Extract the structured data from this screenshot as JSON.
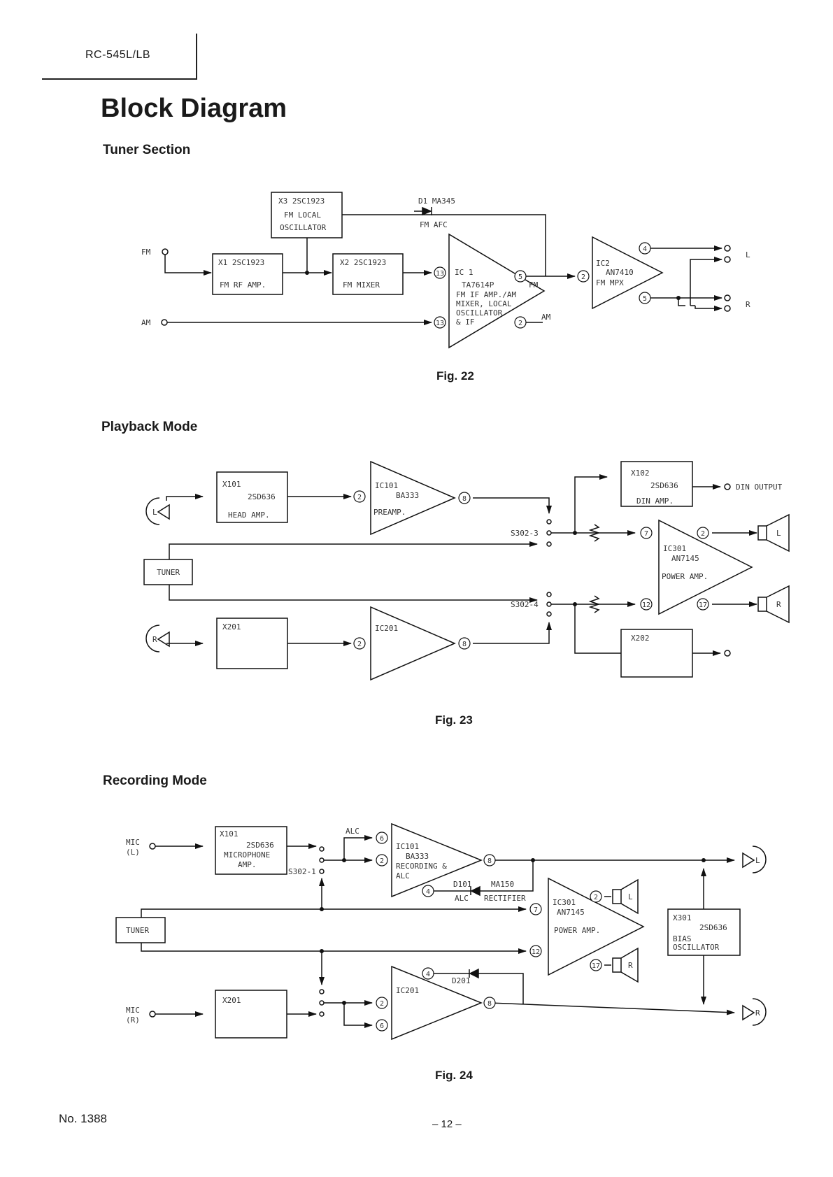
{
  "header": {
    "model": "RC-545L/LB"
  },
  "title": "Block Diagram",
  "tuner": {
    "heading": "Tuner Section",
    "caption": "Fig. 22",
    "x3": [
      "X3 2SC1923",
      "FM LOCAL",
      "OSCILLATOR"
    ],
    "x1": [
      "X1 2SC1923",
      "FM RF AMP."
    ],
    "x2": [
      "X2 2SC1923",
      "FM MIXER"
    ],
    "ic1": [
      "IC 1",
      "TA7614P",
      "FM IF AMP./AM",
      "MIXER, LOCAL",
      "OSCILLATOR",
      "& IF"
    ],
    "ic2": [
      "IC2",
      "AN7410",
      "FM MPX"
    ],
    "d1": [
      "D1 MA345",
      "FM AFC"
    ],
    "inputs": {
      "fm": "FM",
      "am": "AM"
    },
    "tags": {
      "fm": "FM",
      "am": "AM"
    },
    "outputs": {
      "l": "L",
      "r": "R"
    },
    "pins": [
      "13",
      "13",
      "5",
      "2",
      "2",
      "4",
      "5"
    ]
  },
  "playback": {
    "heading": "Playback Mode",
    "caption": "Fig. 23",
    "x101": [
      "X101",
      "2SD636",
      "HEAD AMP."
    ],
    "ic101": [
      "IC101",
      "BA333",
      "PREAMP."
    ],
    "x102": [
      "X102",
      "2SD636",
      "DIN AMP."
    ],
    "din_output": "DIN OUTPUT",
    "tuner": "TUNER",
    "ic301": [
      "IC301",
      "AN7145",
      "POWER AMP."
    ],
    "x201": "X201",
    "ic201": "IC201",
    "x202": "X202",
    "switch3": "S302-3",
    "switch4": "S302-4",
    "heads": {
      "l": "L",
      "r": "R"
    },
    "speakers": {
      "l": "L",
      "r": "R"
    },
    "pins": [
      "2",
      "8",
      "7",
      "2",
      "12",
      "17",
      "2",
      "8"
    ]
  },
  "recording": {
    "heading": "Recording Mode",
    "caption": "Fig. 24",
    "mic_l": [
      "MIC",
      "(L)"
    ],
    "mic_r": [
      "MIC",
      "(R)"
    ],
    "x101": [
      "X101",
      "2SD636",
      "MICROPHONE",
      "AMP."
    ],
    "switch1": "S302-1",
    "alc": "ALC",
    "ic101": [
      "IC101",
      "BA333",
      "RECORDING &",
      "ALC"
    ],
    "d101": [
      "D101",
      "MA150",
      "ALC",
      "RECTIFIER"
    ],
    "tuner": "TUNER",
    "ic301": [
      "IC301",
      "AN7145",
      "POWER AMP."
    ],
    "x301": [
      "X301",
      "2SD636",
      "BIAS",
      "OSCILLATOR"
    ],
    "x201": "X201",
    "ic201": "IC201",
    "d201": "D201",
    "speakers": {
      "l": "L",
      "r": "R"
    },
    "heads": {
      "l": "L",
      "r": "R"
    },
    "pins": [
      "6",
      "2",
      "8",
      "4",
      "7",
      "2",
      "12",
      "17",
      "4",
      "2",
      "6",
      "8"
    ]
  },
  "footer": {
    "doc_number": "No. 1388",
    "page": "– 12 –"
  }
}
